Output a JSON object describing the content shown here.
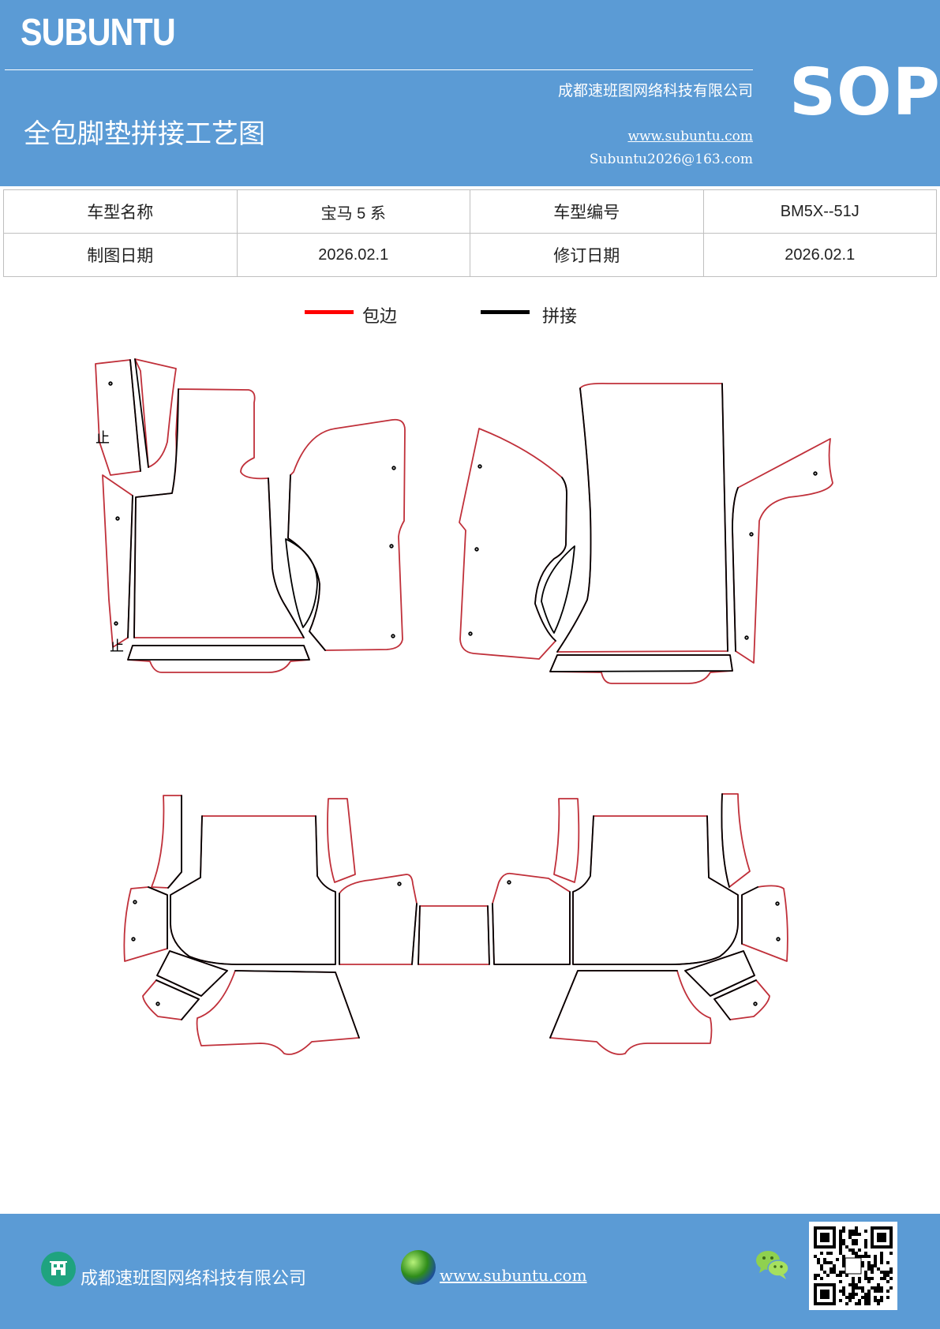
{
  "header": {
    "brand": "SUBUNTU",
    "company": "成都速班图网络科技有限公司",
    "title": "全包脚垫拼接工艺图",
    "website": "www.subuntu.com",
    "email": "Subuntu2026@163.com",
    "badge": "SOP"
  },
  "info_table": {
    "model_name_label": "车型名称",
    "model_name_value": "宝马 5 系",
    "model_code_label": "车型编号",
    "model_code_value": "BM5X--51J",
    "drawing_date_label": "制图日期",
    "drawing_date_value": "2026.02.1",
    "revision_date_label": "修订日期",
    "revision_date_value": "2026.02.1"
  },
  "legend": {
    "items": [
      {
        "label": "包边",
        "color": "#ff0000"
      },
      {
        "label": "拼接",
        "color": "#000000"
      }
    ]
  },
  "drawing": {
    "stop_marks": [
      "止",
      "止"
    ],
    "edge_color": "#c0303a",
    "seam_color": "#000000"
  },
  "footer": {
    "company": "成都速班图网络科技有限公司",
    "website": "www.subuntu.com",
    "icons": [
      "building-icon",
      "globe-icon",
      "wechat-icon",
      "qr-code"
    ]
  }
}
